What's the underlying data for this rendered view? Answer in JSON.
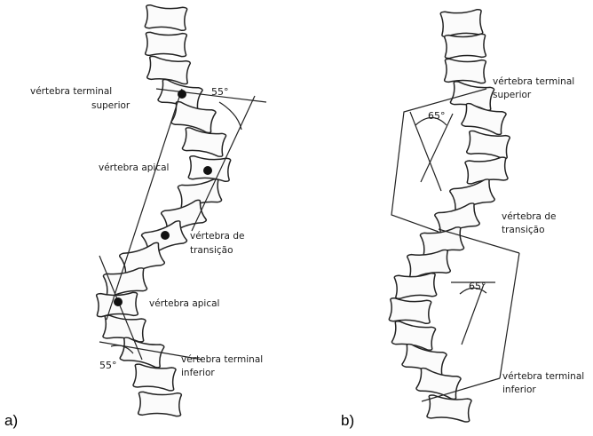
{
  "panels": {
    "a": {
      "tag": "a)",
      "labels": {
        "terminal_superior": [
          "vértebra terminal",
          "superior"
        ],
        "apical_1": "vértebra apical",
        "transition": [
          "vértebra de",
          "transição"
        ],
        "apical_2": "vértebra apical",
        "terminal_inferior": [
          "vértebra terminal",
          "inferior"
        ]
      },
      "angles": {
        "upper": "55°",
        "lower": "55°"
      }
    },
    "b": {
      "tag": "b)",
      "labels": {
        "terminal_superior": [
          "vértebra terminal",
          "superior"
        ],
        "transition": [
          "vértebra de",
          "transição"
        ],
        "terminal_inferior": [
          "vértebra terminal",
          "inferior"
        ]
      },
      "angles": {
        "upper": "65°",
        "lower": "65°"
      }
    }
  },
  "colors": {
    "ink": "#222222",
    "background": "#ffffff"
  }
}
